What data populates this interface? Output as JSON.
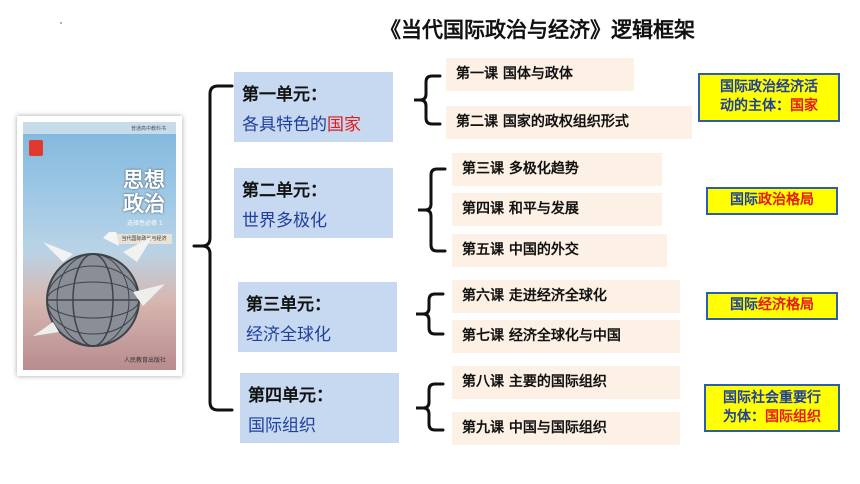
{
  "title": "《当代国际政治与经济》逻辑框架",
  "book": {
    "series": "普通高中教科书",
    "title_line1": "思想",
    "title_line2": "政治",
    "subtitle1": "选择性必修 1",
    "subtitle2": "当代国际政治与经济",
    "publisher": "人民教育出版社"
  },
  "units": [
    {
      "label": "第一单元：",
      "name_plain": "各具特色的",
      "name_highlight": "国家",
      "lessons": [
        "第一课  国体与政体",
        "第二课  国家的政权组织形式"
      ],
      "note_line1_plain": "国际政治经济活",
      "note_line1_highlight": "",
      "note_line2_plain": "动的主体：",
      "note_line2_highlight": "国家"
    },
    {
      "label": "第二单元：",
      "name_plain": "世界多极化",
      "name_highlight": "",
      "lessons": [
        "第三课  多极化趋势",
        "第四课  和平与发展",
        "第五课  中国的外交"
      ],
      "note_line1_plain": "国际",
      "note_line1_highlight": "政治格局",
      "note_line2_plain": "",
      "note_line2_highlight": ""
    },
    {
      "label": "第三单元：",
      "name_plain": "经济全球化",
      "name_highlight": "",
      "lessons": [
        "第六课  走进经济全球化",
        "第七课  经济全球化与中国"
      ],
      "note_line1_plain": "国际",
      "note_line1_highlight": "经济格局",
      "note_line2_plain": "",
      "note_line2_highlight": ""
    },
    {
      "label": "第四单元：",
      "name_plain": "国际组织",
      "name_highlight": "",
      "lessons": [
        "第八课  主要的国际组织",
        "第九课  中国与国际组织"
      ],
      "note_line1_plain": "国际社会重要行",
      "note_line1_highlight": "",
      "note_line2_plain": "为体：",
      "note_line2_highlight": "国际组织"
    }
  ],
  "colors": {
    "unit_bg": "#c7d8f1",
    "lesson_bg": "#fdf0e4",
    "note_bg": "#ffff00",
    "note_border": "#2f5ea8",
    "highlight": "#e31b1b",
    "unit_text": "#1f3f9c"
  }
}
